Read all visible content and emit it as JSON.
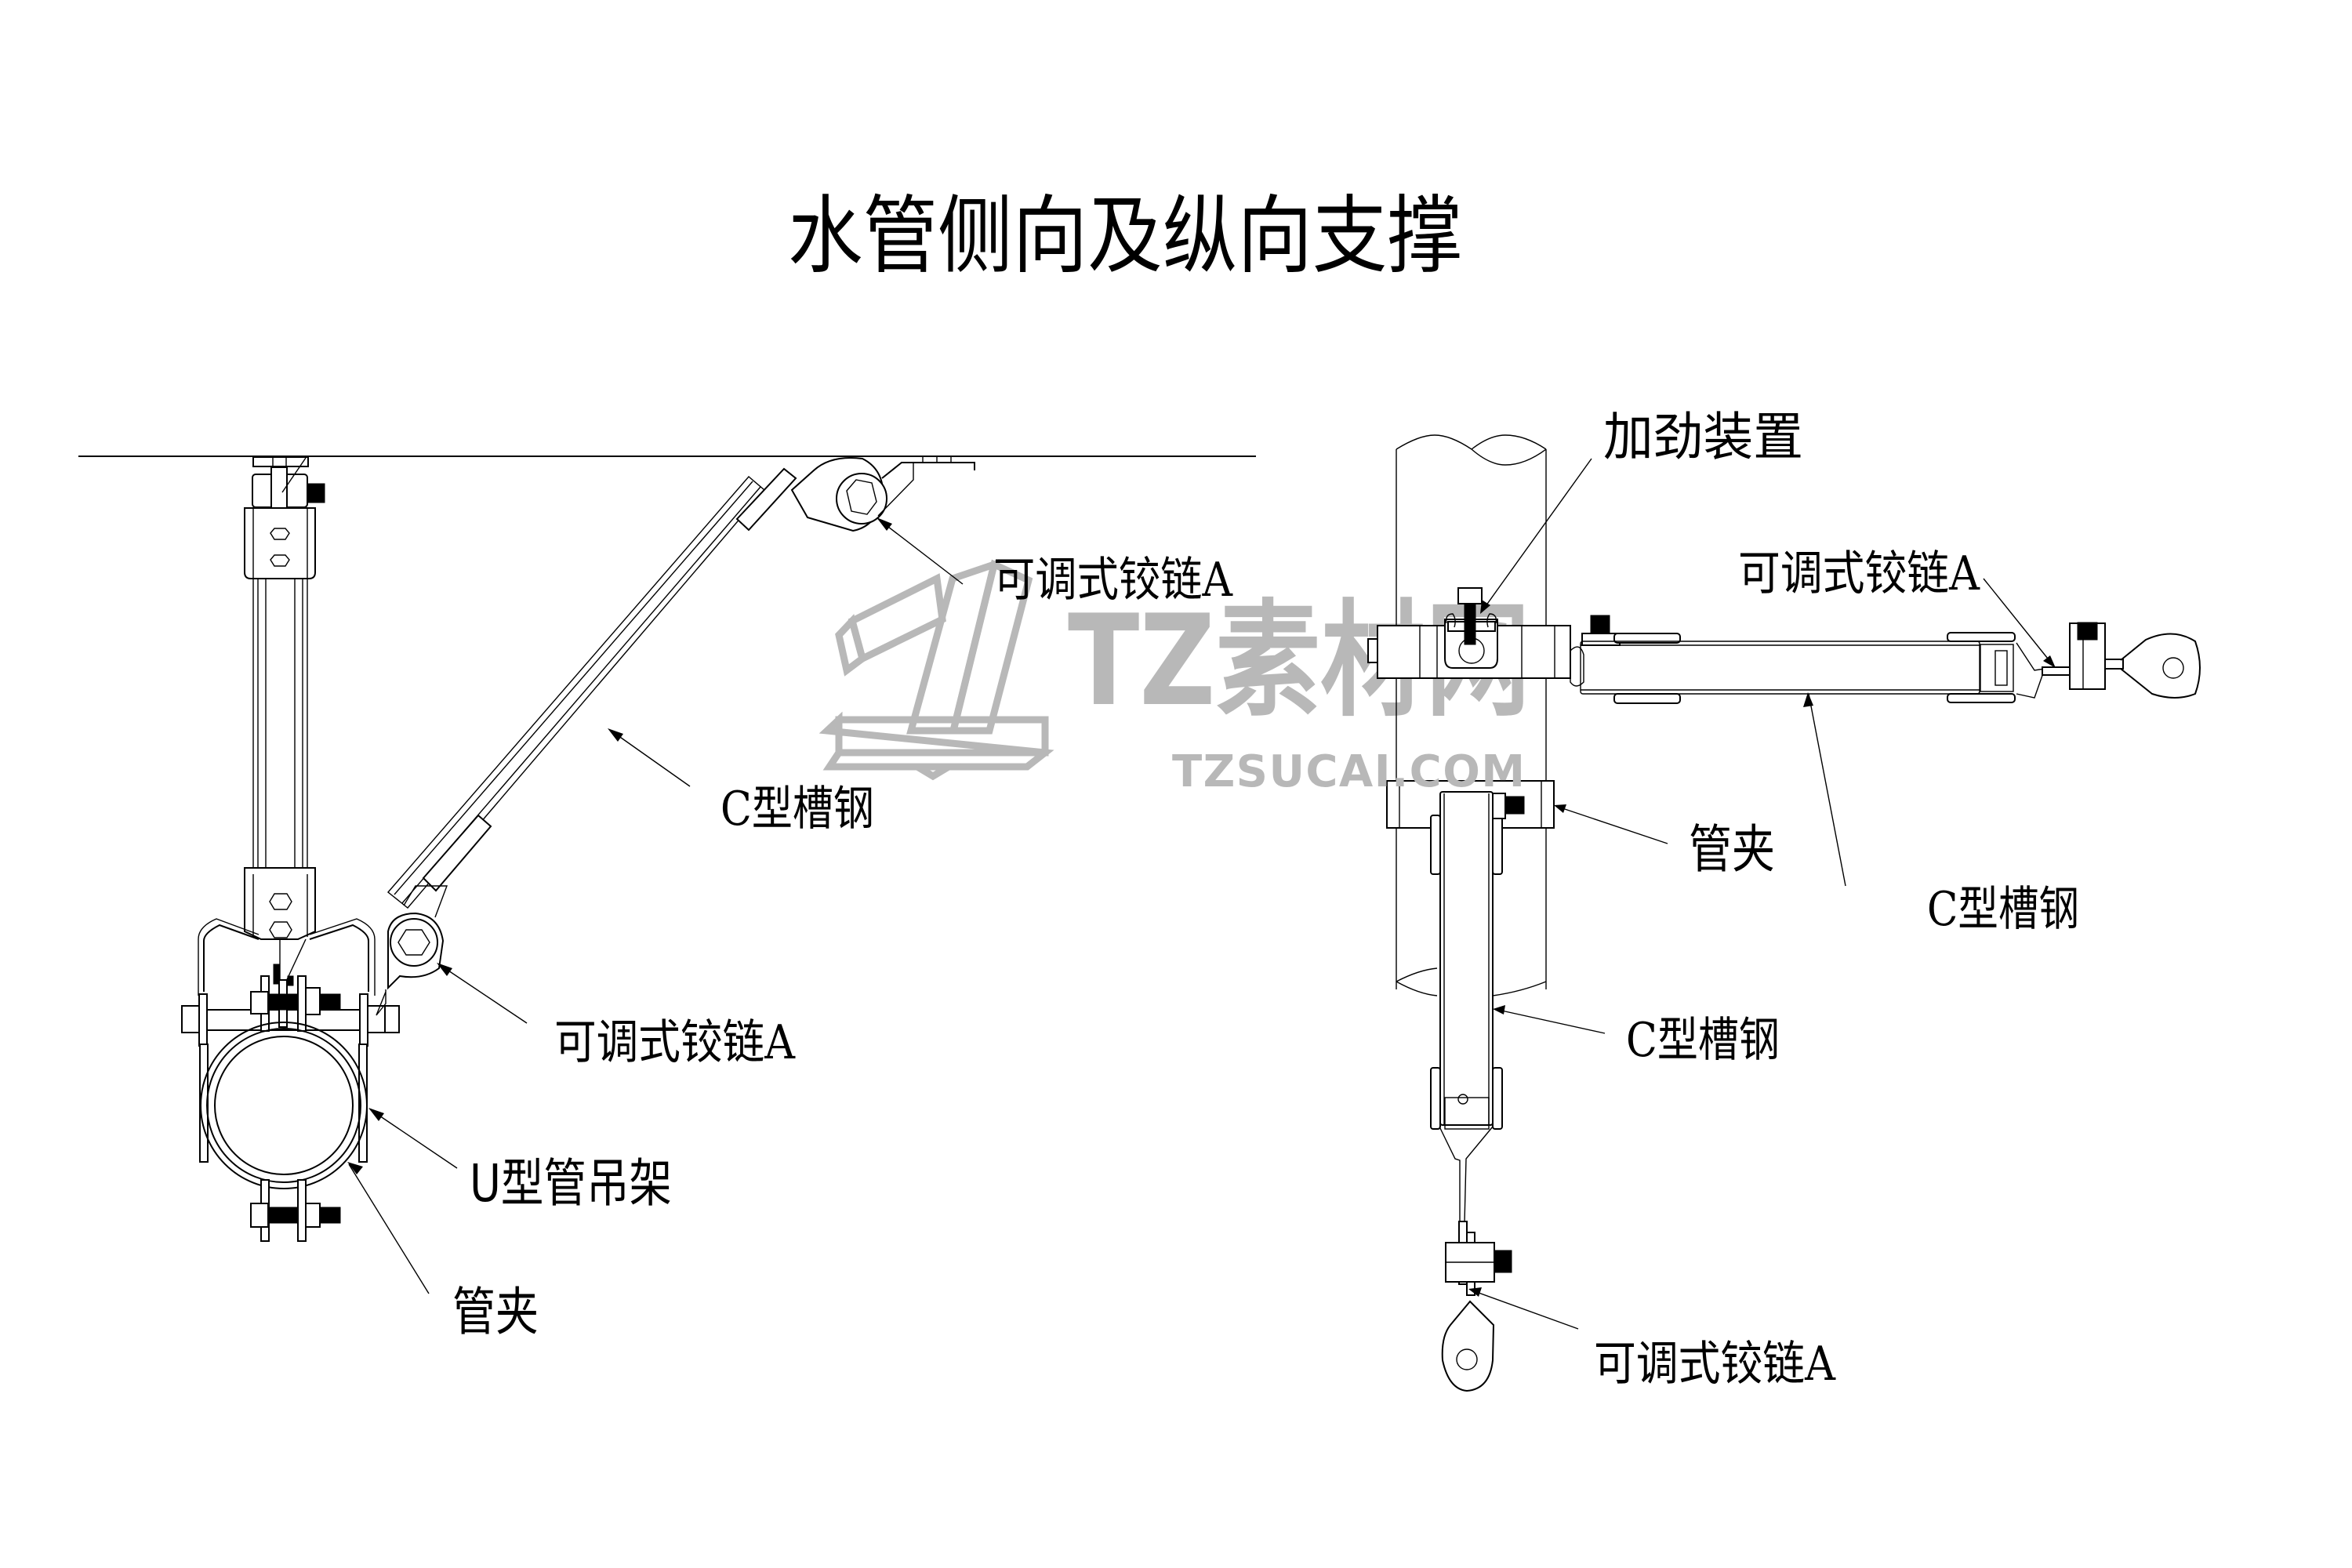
{
  "title": "水管侧向及纵向支撑",
  "left_view": {
    "labels": {
      "hinge_top": "可调式铰链A",
      "channel": "C型槽钢",
      "hinge_bottom": "可调式铰链A",
      "u_hanger": "U型管吊架",
      "pipe_clamp": "管夹"
    }
  },
  "right_view": {
    "labels": {
      "stiffener": "加劲装置",
      "hinge_right": "可调式铰链A",
      "channel_horizontal": "C型槽钢",
      "pipe_clamp": "管夹",
      "channel_vertical": "C型槽钢",
      "hinge_bottom": "可调式铰链A"
    }
  },
  "watermark": {
    "brand": "TZ素材网",
    "url": "TZSUCAI.COM",
    "color": "#b8b8b8"
  }
}
